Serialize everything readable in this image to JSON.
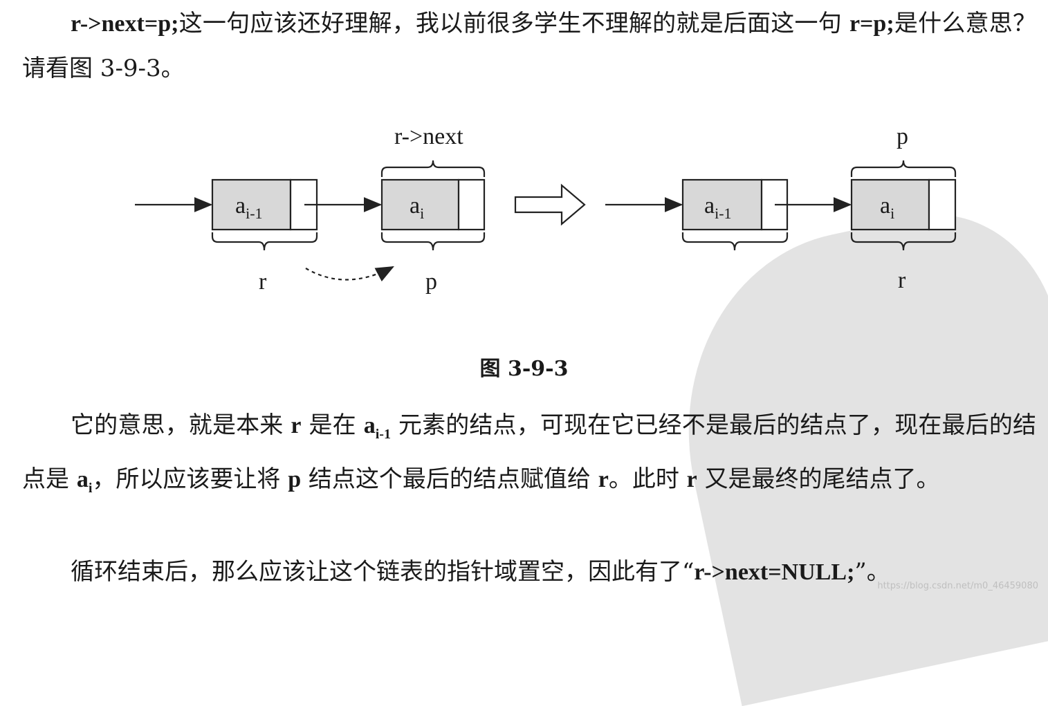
{
  "paragraph1": {
    "code1": "r->next=p;",
    "text1": "这一句应该还好理解，我以前很多学生不理解的就是后面这一句 ",
    "code2": "r=p;",
    "text2": "是什么意思？请看图 3-9-3。"
  },
  "figure": {
    "caption": "图 3-9-3",
    "left": {
      "node1_label": "a",
      "node1_sub": "i-1",
      "node2_label": "a",
      "node2_sub": "i",
      "top_label": "r->next",
      "label_r": "r",
      "label_p": "p"
    },
    "right": {
      "node1_label": "a",
      "node1_sub": "i-1",
      "node2_label": "a",
      "node2_sub": "i",
      "top_label": "p",
      "bottom_label": "r"
    }
  },
  "paragraph2": {
    "t1": "它的意思，就是本来 ",
    "r1": "r",
    "t2": " 是在 ",
    "a1": "a",
    "a1sub": "i-1",
    "t3": " 元素的结点，可现在它已经不是最后的结点了，现在最后的结点是 ",
    "a2": "a",
    "a2sub": "i",
    "t4": "，所以应该要让将 ",
    "p1": "p",
    "t5": " 结点这个最后的结点赋值给 ",
    "r2": "r",
    "t6": "。此时 ",
    "r3": "r",
    "t7": " 又是最终的尾结点了。"
  },
  "paragraph3": {
    "t1": "循环结束后，那么应该让这个链表的指针域置空，因此有了“",
    "code": "r->next=NULL;",
    "t2": "”。"
  },
  "credit": "https://blog.csdn.net/m0_46459080"
}
